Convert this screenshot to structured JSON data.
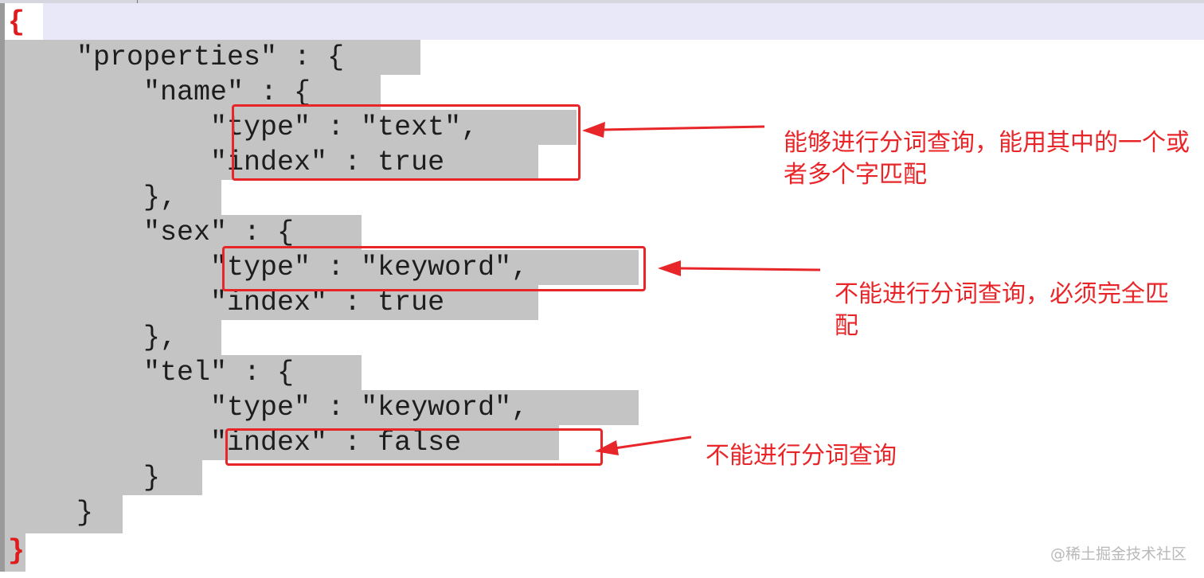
{
  "code": {
    "lines": [
      "{",
      "    \"properties\" : {",
      "        \"name\" : {",
      "            \"type\" : \"text\",",
      "            \"index\" : true",
      "        },",
      "        \"sex\" : {",
      "            \"type\" : \"keyword\",",
      "            \"index\" : true",
      "        },",
      "        \"tel\" : {",
      "            \"type\" : \"keyword\",",
      "            \"index\" : false",
      "        }",
      "    }",
      "}"
    ],
    "brace_color": "#e01b1b",
    "selection_color": "#c4c4c4",
    "current_line_color": "#e8e8f8"
  },
  "annotations": [
    {
      "text": "能够进行分词查询，能用其中的一个或者多个字匹配"
    },
    {
      "text": "不能进行分词查询，必须完全匹配"
    },
    {
      "text": "不能进行分词查询"
    }
  ],
  "annotation_color": "#e8262a",
  "watermark": "@稀土掘金技术社区"
}
